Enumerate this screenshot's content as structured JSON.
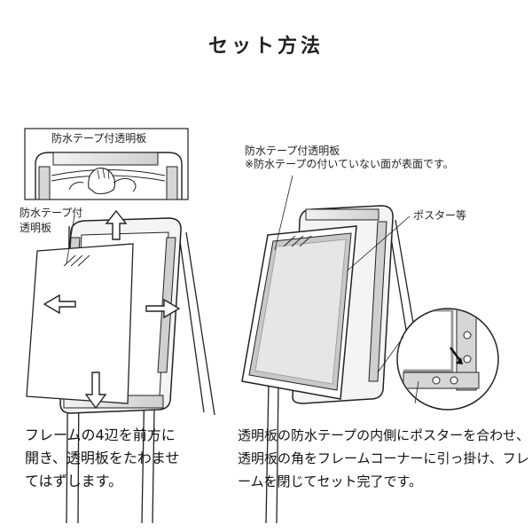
{
  "title": "セット方法",
  "left": {
    "inset_label": "防水テープ付透明板",
    "side_label_line1": "防水テープ付",
    "side_label_line2": "透明板",
    "caption_line1": "フレームの4辺を前方に",
    "caption_line2": "開き、透明板をたわませ",
    "caption_line3": "てはずします。"
  },
  "right": {
    "label_line1": "防水テープ付透明板",
    "label_line2": "※防水テープの付いていない面が表面です。",
    "poster_label": "ポスター等",
    "caption_line1": "透明板の防水テープの内側にポスターを合わせ、",
    "caption_line2": "透明板の角をフレームコーナーに引っ掛け、フレ",
    "caption_line3": "ームを閉じてセット完了です。"
  },
  "colors": {
    "line": "#222222",
    "frame_gray": "#d6d6d6",
    "poster_gray": "#9a9a9a"
  }
}
